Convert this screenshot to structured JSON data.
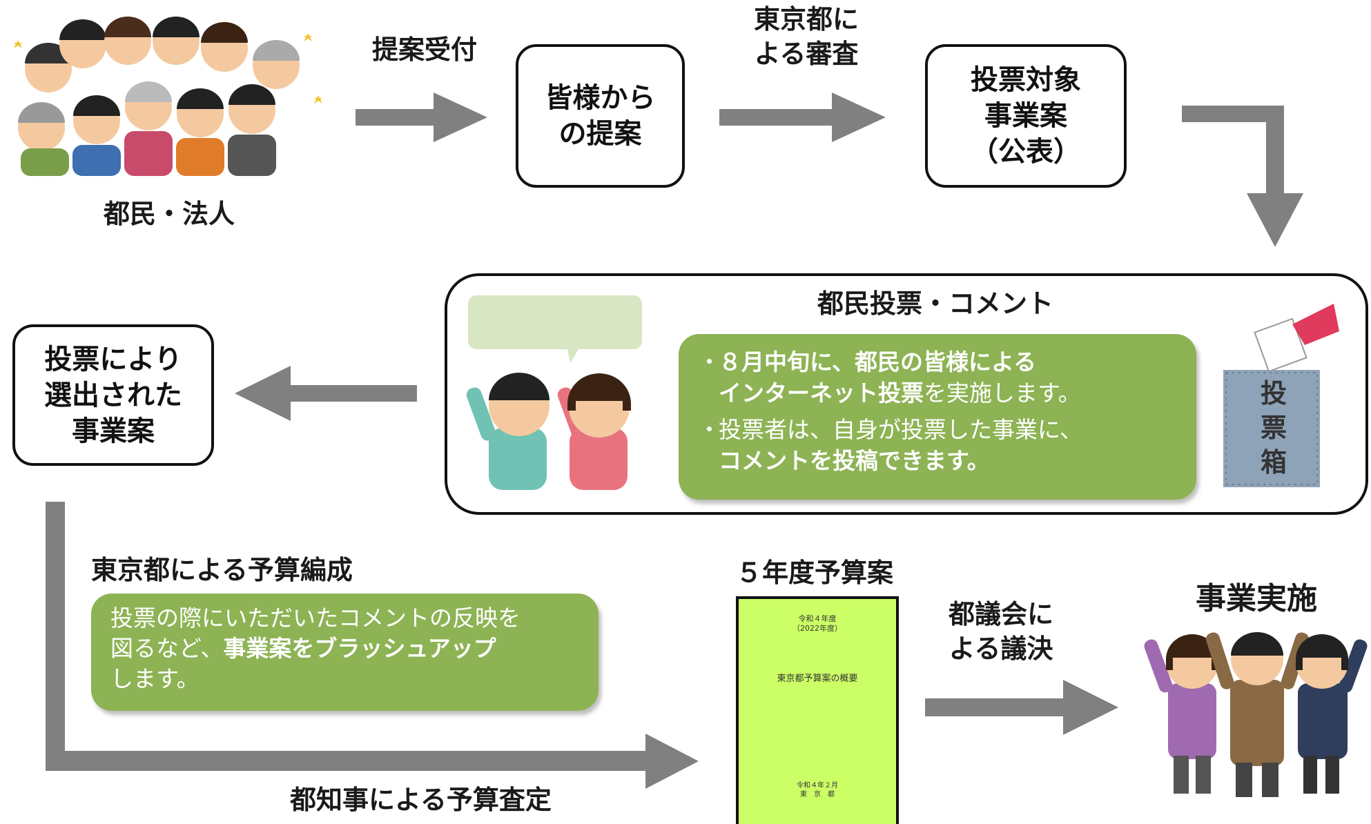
{
  "citizens": {
    "label": "都民・法人"
  },
  "arrow_labels": {
    "proposal_received": "提案受付",
    "review_line1": "東京都に",
    "review_line2": "よる審査",
    "budget_compile": "東京都による予算編成",
    "governor_assessment": "都知事による予算査定",
    "assembly_line1": "都議会に",
    "assembly_line2": "よる議決"
  },
  "boxes": {
    "proposals": [
      "皆様から",
      "の提案"
    ],
    "candidates": [
      "投票対象",
      "事業案",
      "（公表）"
    ],
    "selected": [
      "投票により",
      "選出された",
      "事業案"
    ]
  },
  "vote_panel": {
    "title": "都民投票・コメント",
    "bullet1_prefix": "・",
    "bullet1_line1": "８月中旬に、都民の皆様による",
    "bullet1_line2_bold": "インターネット投票",
    "bullet1_line2_rest": "を実施します。",
    "bullet2_prefix": "・",
    "bullet2_line1": "投票者は、自身が投票した事業に、",
    "bullet2_line2_bold": "コメントを投稿できます。",
    "ballot_box_text": [
      "投",
      "票",
      "箱"
    ]
  },
  "budget_panel": {
    "line1": "投票の際にいただいたコメントの反映を",
    "line2_plain": "図るなど、",
    "line2_bold": "事業案をブラッシュアップ",
    "line3": "します。"
  },
  "budget_doc": {
    "heading": "５年度予算案",
    "era_line1": "令和４年度",
    "era_line2": "（2022年度）",
    "title": "東京都予算案の概要",
    "date": "令和４年２月",
    "issuer": "東　京　都"
  },
  "implementation": {
    "label": "事業実施"
  },
  "colors": {
    "arrow": "#808080",
    "green": "#8db354",
    "doc": "#ccff66",
    "bubble": "#d9e6c3"
  }
}
